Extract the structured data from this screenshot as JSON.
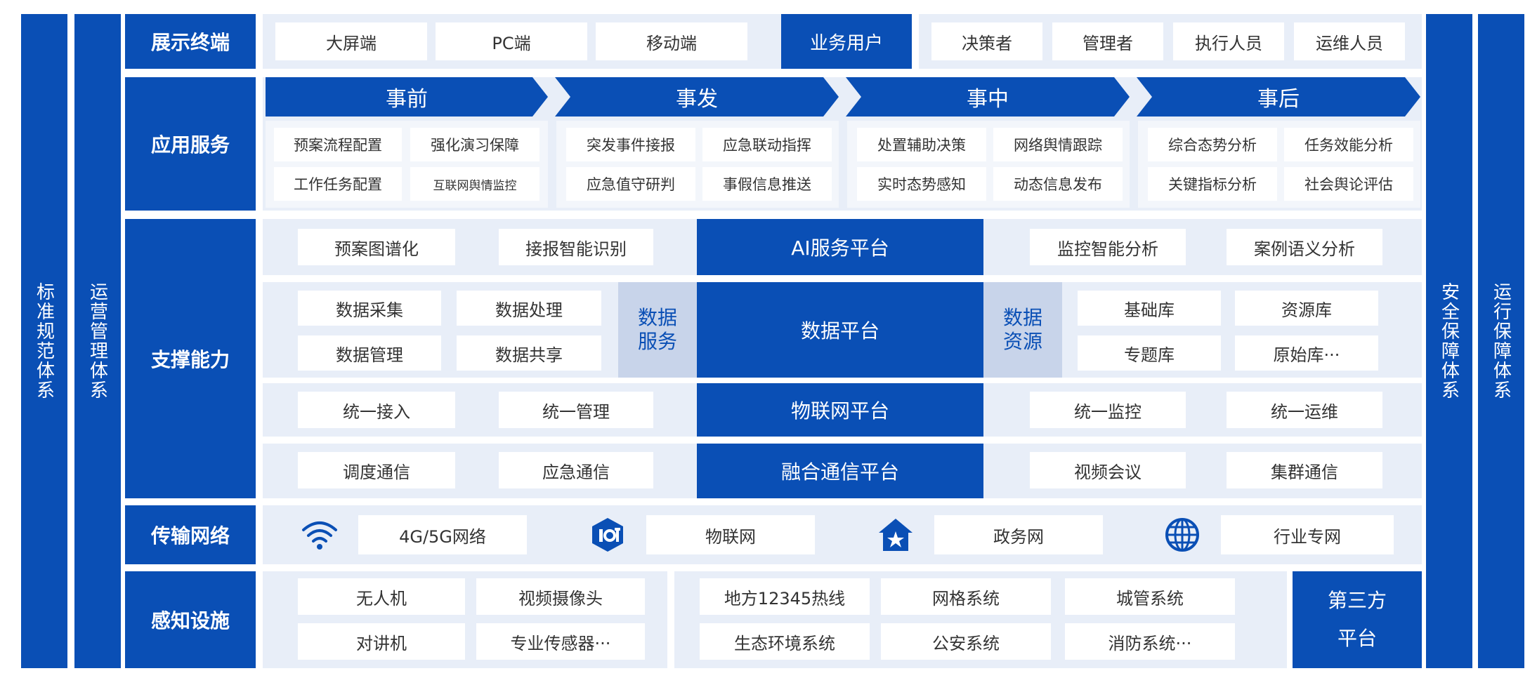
{
  "side": {
    "left1": "标准规范体系",
    "left2": "运营管理体系",
    "right1": "安全保障体系",
    "right2": "运行保障体系"
  },
  "rows": {
    "display": "展示终端",
    "app": "应用服务",
    "support": "支撑能力",
    "transport": "传输网络",
    "sense": "感知设施"
  },
  "display": {
    "terminals": [
      "大屏端",
      "PC端",
      "移动端"
    ],
    "users_label": "业务用户",
    "users": [
      "决策者",
      "管理者",
      "执行人员",
      "运维人员"
    ]
  },
  "app": {
    "phases": [
      {
        "title": "事前",
        "items": [
          "预案流程配置",
          "强化演习保障",
          "工作任务配置",
          "互联网舆情监控"
        ]
      },
      {
        "title": "事发",
        "items": [
          "突发事件接报",
          "应急联动指挥",
          "应急值守研判",
          "事假信息推送"
        ]
      },
      {
        "title": "事中",
        "items": [
          "处置辅助决策",
          "网络舆情跟踪",
          "实时态势感知",
          "动态信息发布"
        ]
      },
      {
        "title": "事后",
        "items": [
          "综合态势分析",
          "任务效能分析",
          "关键指标分析",
          "社会舆论评估"
        ]
      }
    ]
  },
  "support": {
    "ai": {
      "left": [
        "预案图谱化",
        "接报智能识别"
      ],
      "center": "AI服务平台",
      "right": [
        "监控智能分析",
        "案例语义分析"
      ]
    },
    "data": {
      "left": [
        "数据采集",
        "数据处理",
        "数据管理",
        "数据共享"
      ],
      "left_label": "数据服务",
      "center": "数据平台",
      "right_label": "数据资源",
      "right": [
        "基础库",
        "资源库",
        "专题库",
        "原始库···"
      ]
    },
    "iot": {
      "left": [
        "统一接入",
        "统一管理"
      ],
      "center": "物联网平台",
      "right": [
        "统一监控",
        "统一运维"
      ]
    },
    "comm": {
      "left": [
        "调度通信",
        "应急通信"
      ],
      "center": "融合通信平台",
      "right": [
        "视频会议",
        "集群通信"
      ]
    }
  },
  "transport": {
    "items": [
      {
        "icon": "wifi-icon",
        "label": "4G/5G网络"
      },
      {
        "icon": "iot-icon",
        "label": "物联网"
      },
      {
        "icon": "government-house-icon",
        "label": "政务网"
      },
      {
        "icon": "globe-icon",
        "label": "行业专网"
      }
    ]
  },
  "sense": {
    "group1": [
      "无人机",
      "视频摄像头",
      "对讲机",
      "专业传感器···"
    ],
    "group2": [
      "地方12345热线",
      "网格系统",
      "城管系统",
      "生态环境系统",
      "公安系统",
      "消防系统···"
    ],
    "third_party_line1": "第三方",
    "third_party_line2": "平台"
  },
  "colors": {
    "primary": "#0a4fb5",
    "panel": "#e8eef8",
    "pale": "#c8d4ea"
  }
}
